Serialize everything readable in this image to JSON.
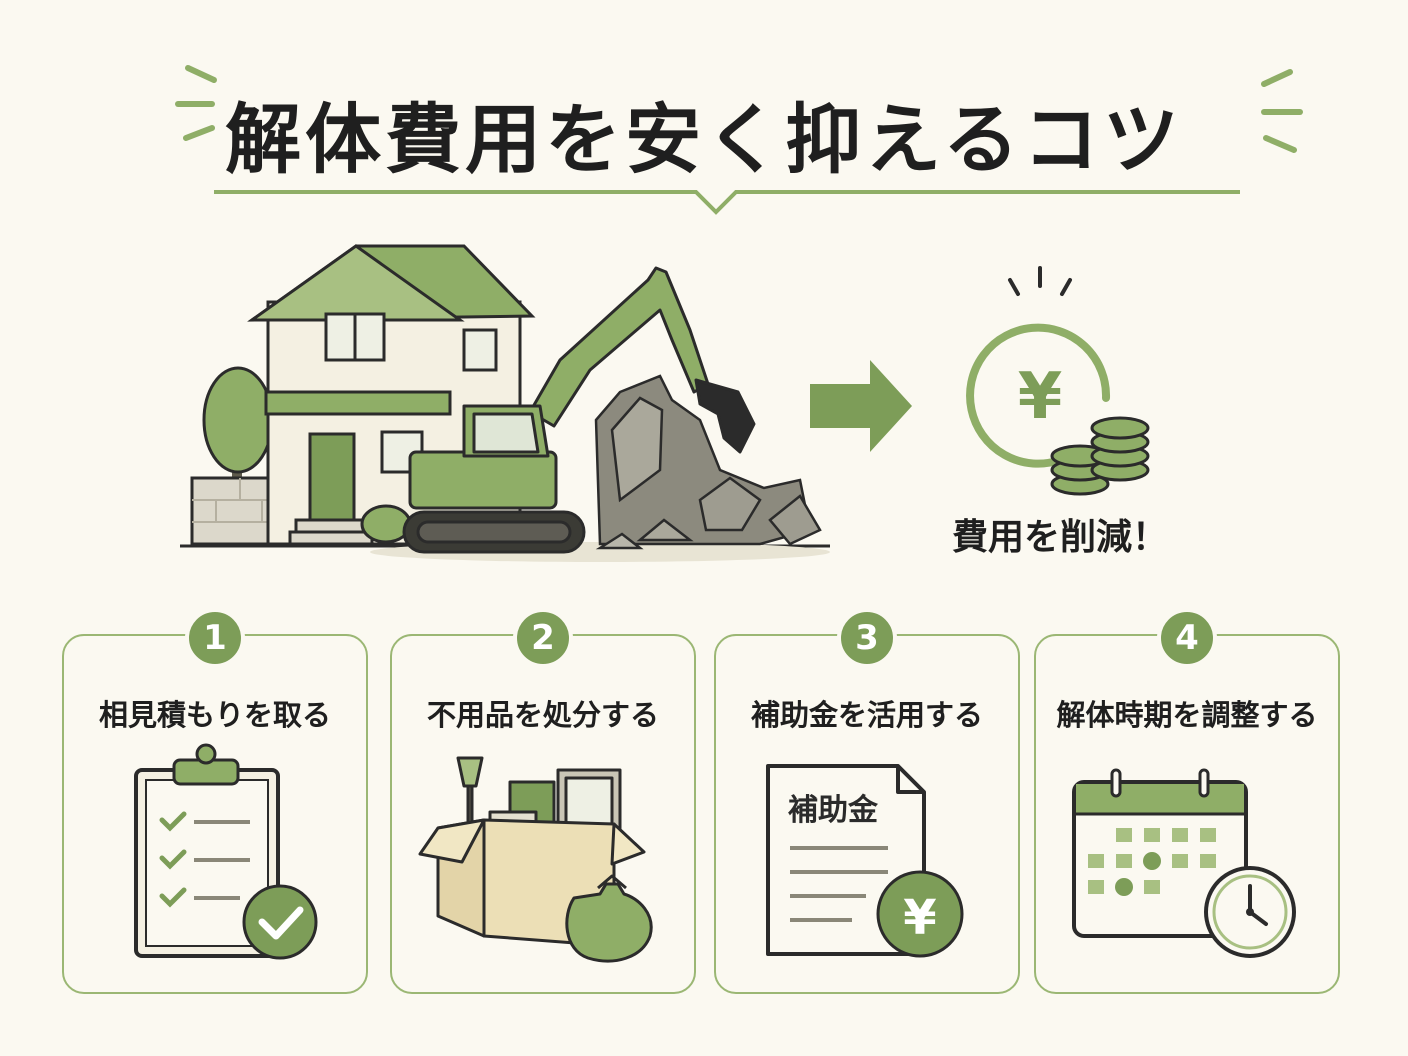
{
  "title": "解体費用を安く抑えるコツ",
  "result_label": "費用を削減！",
  "yen_symbol": "¥",
  "colors": {
    "accent": "#7d9d58",
    "accent_light": "#a8c082",
    "dark": "#2b2b2b",
    "background": "#fbf9f1"
  },
  "tips": [
    {
      "number": "1",
      "label": "相見積もりを取る",
      "icon": "clipboard-check-icon"
    },
    {
      "number": "2",
      "label": "不用品を処分する",
      "icon": "box-of-items-icon"
    },
    {
      "number": "3",
      "label": "補助金を活用する",
      "icon": "subsidy-document-icon",
      "doc_title": "補助金"
    },
    {
      "number": "4",
      "label": "解体時期を調整する",
      "icon": "calendar-clock-icon"
    }
  ]
}
